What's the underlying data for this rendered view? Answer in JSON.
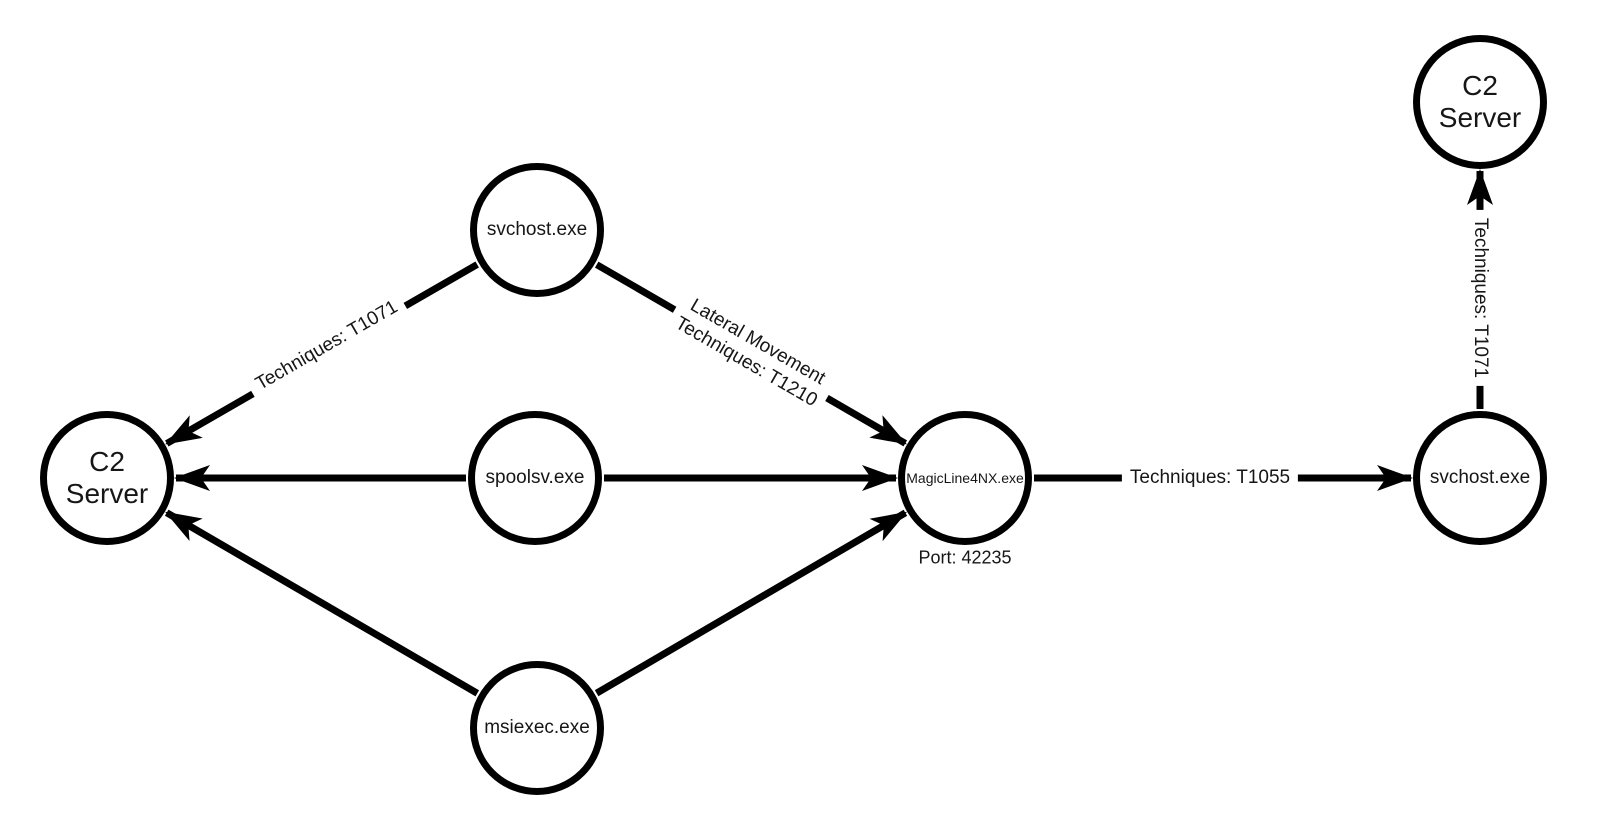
{
  "diagram": {
    "background_color": "#ffffff",
    "stroke_color": "#000000",
    "nodes": [
      {
        "id": "c2-server-left",
        "label": "C2 Server"
      },
      {
        "id": "svchost-top",
        "label": "svchost.exe"
      },
      {
        "id": "spoolsv",
        "label": "spoolsv.exe"
      },
      {
        "id": "msiexec",
        "label": "msiexec.exe"
      },
      {
        "id": "magicline4nx",
        "label": "MagicLine4NX.exe",
        "port_label": "Port: 42235"
      },
      {
        "id": "svchost-right",
        "label": "svchost.exe"
      },
      {
        "id": "c2-server-top-right",
        "label": "C2 Server"
      }
    ],
    "edges": [
      {
        "from": "svchost-top",
        "to": "c2-server-left",
        "label": "Techniques: T1071"
      },
      {
        "from": "svchost-top",
        "to": "magicline4nx",
        "label_line1": "Lateral Movement",
        "label_line2": "Techniques: T1210"
      },
      {
        "from": "spoolsv",
        "to": "c2-server-left",
        "label": ""
      },
      {
        "from": "spoolsv",
        "to": "magicline4nx",
        "label": ""
      },
      {
        "from": "msiexec",
        "to": "c2-server-left",
        "label": ""
      },
      {
        "from": "msiexec",
        "to": "magicline4nx",
        "label": ""
      },
      {
        "from": "magicline4nx",
        "to": "svchost-right",
        "label": "Techniques: T1055"
      },
      {
        "from": "svchost-right",
        "to": "c2-server-top-right",
        "label": "Techniques: T1071"
      }
    ]
  }
}
